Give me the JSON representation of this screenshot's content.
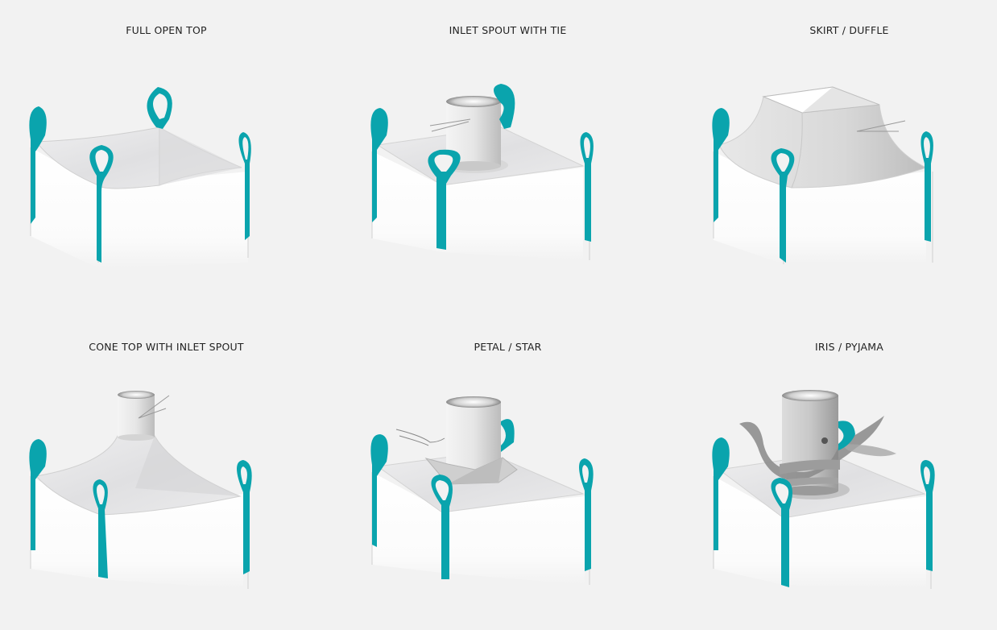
{
  "colors": {
    "strap": "#0aa4ad",
    "strap_dark": "#078a92",
    "panel": "#e6e6e8",
    "background": "#f2f2f2"
  },
  "tops": [
    {
      "id": "full-open-top",
      "label": "FULL OPEN TOP"
    },
    {
      "id": "inlet-spout-with-tie",
      "label": "INLET SPOUT WITH TIE"
    },
    {
      "id": "skirt-duffle",
      "label": "SKIRT / DUFFLE"
    },
    {
      "id": "cone-top-with-inlet-spout",
      "label": "CONE TOP WITH INLET SPOUT"
    },
    {
      "id": "petal-star",
      "label": "PETAL / STAR"
    },
    {
      "id": "iris-pyjama",
      "label": "IRIS / PYJAMA"
    }
  ]
}
